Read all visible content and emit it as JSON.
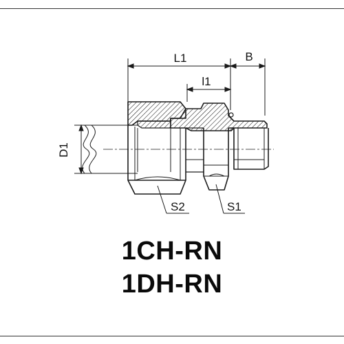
{
  "drawing": {
    "dimension_labels": {
      "L1": "L1",
      "B": "B",
      "l1": "l1",
      "D1": "D1",
      "S1": "S1",
      "S2": "S2"
    }
  },
  "product_codes": [
    "1CH-RN",
    "1DH-RN"
  ],
  "colors": {
    "line": "#1a1a1a",
    "hatch": "#1a1a1a",
    "background": "#ffffff"
  }
}
